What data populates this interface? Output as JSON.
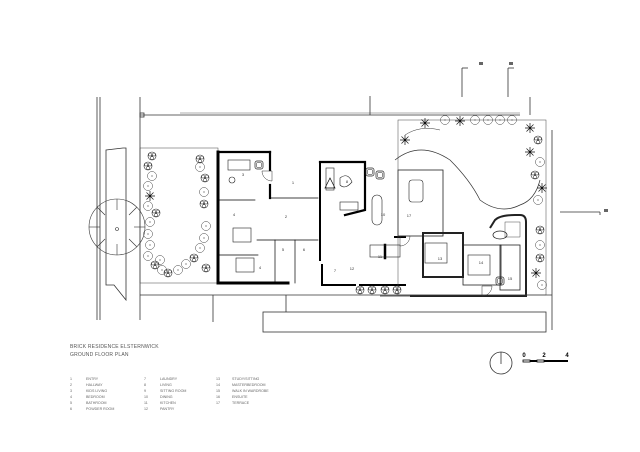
{
  "drawing": {
    "title": "BRICK RESIDENCE ELSTERNWICK",
    "subtitle": "GROUND FLOOR PLAN"
  },
  "legend": {
    "columns": [
      [
        {
          "num": "1",
          "label": "ENTRY"
        },
        {
          "num": "2",
          "label": "HALLWAY"
        },
        {
          "num": "3",
          "label": "KIDS LIVING"
        },
        {
          "num": "4",
          "label": "BEDROOM"
        },
        {
          "num": "5",
          "label": "BATHROOM"
        },
        {
          "num": "6",
          "label": "POWDER ROOM"
        }
      ],
      [
        {
          "num": "7",
          "label": "LAUNDRY"
        },
        {
          "num": "8",
          "label": "LIVING"
        },
        {
          "num": "9",
          "label": "SITTING ROOM"
        },
        {
          "num": "10",
          "label": "DINING"
        },
        {
          "num": "11",
          "label": "KITCHEN"
        },
        {
          "num": "12",
          "label": "PANTRY"
        }
      ],
      [
        {
          "num": "13",
          "label": "STUDY/SITTING"
        },
        {
          "num": "14",
          "label": "MASTERBEDROOM"
        },
        {
          "num": "15",
          "label": "WALK IN WARDROBE"
        },
        {
          "num": "16",
          "label": "ENSUITE"
        },
        {
          "num": "17",
          "label": "TERRACE"
        }
      ]
    ]
  },
  "scale_bar": {
    "ticks": [
      "0",
      "2",
      "4"
    ]
  },
  "room_tags": {
    "r1": "1",
    "r2": "2",
    "r3": "3",
    "r4": "4",
    "r4b": "4",
    "r5": "5",
    "r6": "6",
    "r7": "7",
    "r8": "8",
    "r10": "10",
    "r11": "11",
    "r12": "12",
    "r13": "13",
    "r14": "14",
    "r15": "15",
    "r17": "17"
  },
  "colors": {
    "wall": "#000000",
    "line": "#333333",
    "paper": "#ffffff"
  }
}
